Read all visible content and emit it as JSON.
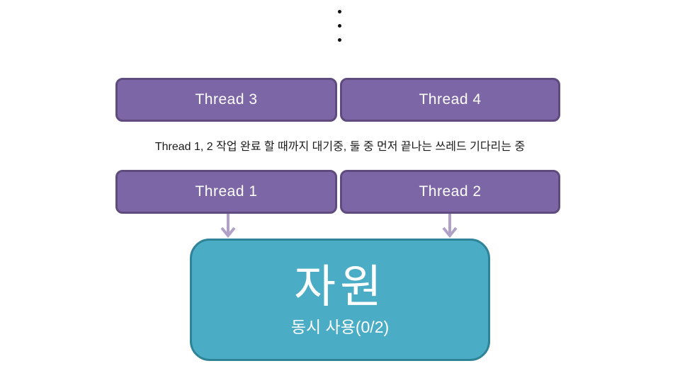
{
  "diagram": {
    "ellipsis": {
      "dot_count": 3
    },
    "top_row": [
      {
        "label": "Thread 3"
      },
      {
        "label": "Thread 4"
      }
    ],
    "caption": "Thread 1, 2 작업 완료 할 때까지 대기중, 둘 중 먼저 끝나는 쓰레드 기다리는 중",
    "bottom_row": [
      {
        "label": "Thread 1"
      },
      {
        "label": "Thread 2"
      }
    ],
    "resource": {
      "title": "자원",
      "subtitle": "동시 사용(0/2)"
    },
    "colors": {
      "thread_fill": "#7C66A6",
      "thread_border": "#5F4B7E",
      "resource_fill": "#4AACC5",
      "resource_border": "#2E8396",
      "arrow": "#B2A1C7",
      "text_light": "#FFFFFF",
      "caption_text": "#1A1A1A"
    }
  }
}
